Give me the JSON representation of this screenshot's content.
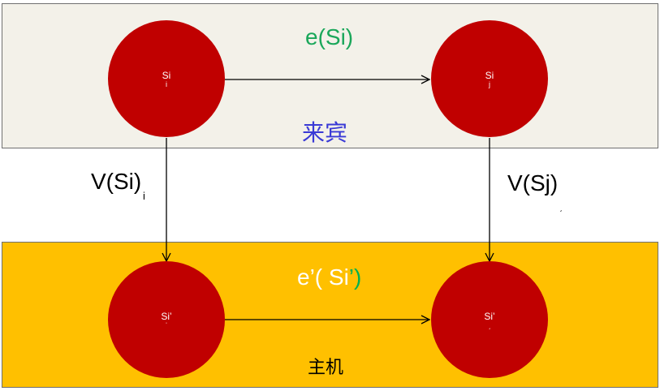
{
  "colors": {
    "guest_panel_bg": "#f3f1e9",
    "host_panel_bg": "#ffc000",
    "node_fill": "#c00000",
    "edge_e_color": "#1aa75a",
    "guest_label_color": "#3a3ad6",
    "host_edge_label_color": "#ffffff",
    "arrow_color": "#000000"
  },
  "guest": {
    "label": "来宾",
    "edge_label": "e(Si)"
  },
  "host": {
    "label": "主机",
    "edge_label_part1": "e’( Si",
    "edge_label_part2": "’)"
  },
  "nodes": {
    "si": {
      "main": "Si",
      "sub": "i"
    },
    "sj": {
      "main": "Si",
      "sub": "j"
    },
    "si_prime": {
      "main": "Si’",
      "sub": "ˈ"
    },
    "sj_prime": {
      "main": "Si’",
      "sub": "ˏ"
    }
  },
  "mappings": {
    "v_si": "V(Si)",
    "v_si_sub": "i",
    "v_sj": "V(Sj)",
    "v_sj_tick": "ˏ"
  }
}
